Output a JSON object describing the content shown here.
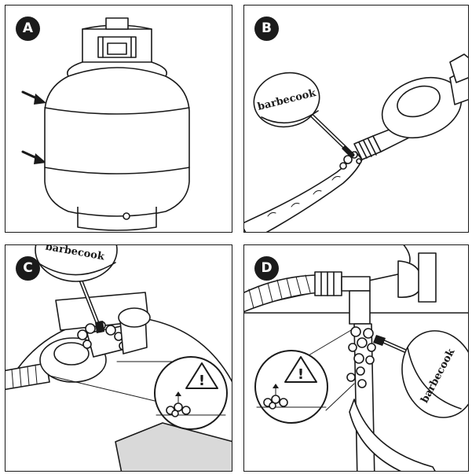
{
  "panels": [
    {
      "id": "A",
      "label": "A"
    },
    {
      "id": "B",
      "label": "B",
      "brand": "barbecook"
    },
    {
      "id": "C",
      "label": "C",
      "brand": "barbecook"
    },
    {
      "id": "D",
      "label": "D",
      "brand": "barbecook"
    }
  ],
  "icons": {
    "arrow": "arrow-right-icon",
    "warning": "warning-triangle-icon",
    "leak": "bubbles-leak-icon"
  }
}
